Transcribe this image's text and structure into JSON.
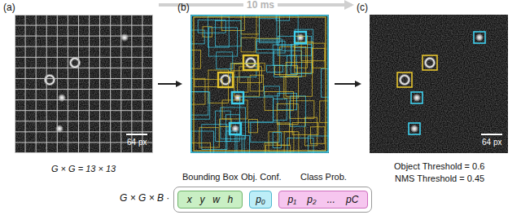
{
  "diagram": {
    "nodes": [
      {
        "text": []
      },
      {
        "text": [
          "x",
          "y",
          "w",
          "h"
        ],
        "in": 0
      },
      {
        "text": [
          "p₀"
        ],
        "in": 0
      },
      {
        "text": [
          "p₁",
          "p₂",
          "...",
          "pC"
        ],
        "in": 0
      }
    ],
    "labels": [
      "10 ms",
      "(a)",
      "(b)",
      "(c)",
      "64 px",
      "G × G = 13 × 13",
      "Bounding Box",
      "Obj. Conf.",
      "Class Prob.",
      "G × G × B ·",
      "64 px",
      "Object Threshold = 0.6",
      "NMS Threshold = 0.45"
    ]
  }
}
